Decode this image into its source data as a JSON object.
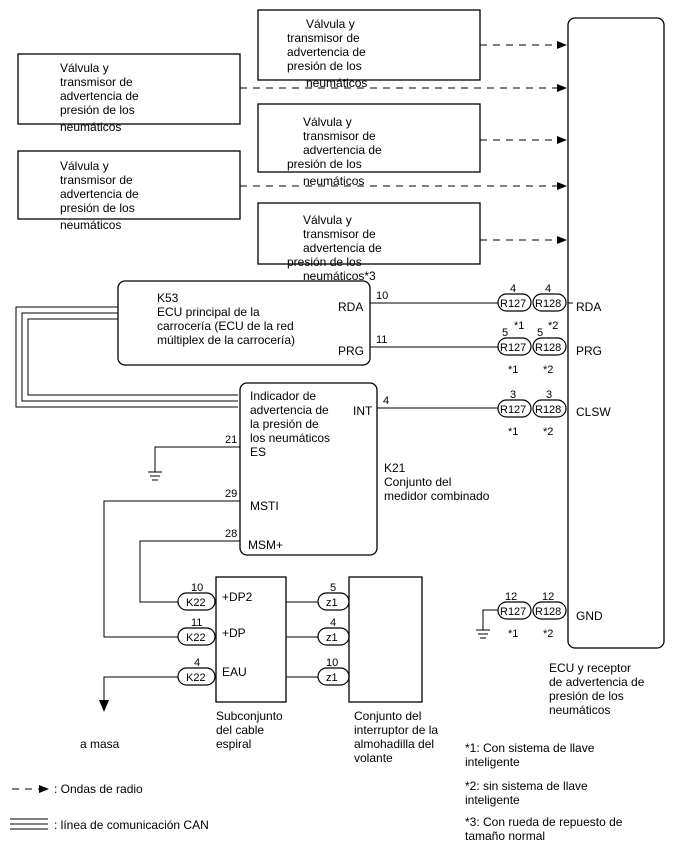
{
  "sensors": {
    "s1": [
      "Válvula y",
      "transmisor de",
      "advertencia de",
      "presión de los",
      "neumáticos"
    ],
    "s2": [
      "Válvula y",
      "transmisor de",
      "advertencia de",
      "presión de los",
      "neumáticos"
    ],
    "s3": [
      "Válvula y",
      "transmisor de",
      "advertencia de",
      "presión de los",
      "neumáticos"
    ],
    "s4": [
      "Válvula y",
      "transmisor de",
      "advertencia de",
      "presión de los",
      "neumáticos"
    ],
    "s5": [
      "Válvula y",
      "transmisor de",
      "advertencia de",
      "presión de los",
      "neumáticos*3"
    ]
  },
  "body_ecu": {
    "lines": [
      "K53",
      "ECU principal de la",
      "carrocería (ECU de la red",
      "múltiplex de la carrocería)"
    ],
    "pin_rda": "RDA",
    "pin_prg": "PRG",
    "num_rda": "10",
    "num_prg": "11"
  },
  "meter": {
    "lines": [
      "Indicador de",
      "advertencia de",
      "la presión de",
      "los neumáticos"
    ],
    "pin_int": "INT",
    "pin_es": "ES",
    "pin_msti": "MSTI",
    "pin_msm": "MSM+",
    "num_int": "4",
    "num_es": "21",
    "num_msti": "29",
    "num_msm": "28",
    "caption": [
      "K21",
      "Conjunto del",
      "medidor combinado"
    ]
  },
  "receiver": {
    "pins": [
      "RDA",
      "PRG",
      "CLSW",
      "GND"
    ],
    "caption": [
      "ECU y receptor",
      "de advertencia de",
      "presión de los",
      "neumáticos"
    ]
  },
  "connectors": {
    "r127": "R127",
    "r128": "R128",
    "rows": [
      {
        "n1": "4",
        "n2": "4",
        "f1": "*1",
        "f2": "*2"
      },
      {
        "n1": "5",
        "n2": "5",
        "f1": "*1",
        "f2": "*2"
      },
      {
        "n1": "3",
        "n2": "3",
        "f1": "*1",
        "f2": "*2"
      },
      {
        "n1": "12",
        "n2": "12",
        "f1": "*1",
        "f2": "*2"
      }
    ],
    "k22": "K22",
    "z1": "z1",
    "k22_nums": [
      "10",
      "11",
      "4"
    ],
    "z1_nums": [
      "5",
      "4",
      "10"
    ]
  },
  "spiral": {
    "pins": [
      "+DP2",
      "+DP",
      "EAU"
    ],
    "caption": [
      "Subconjunto",
      "del cable",
      "espiral"
    ]
  },
  "pad": {
    "caption": [
      "Conjunto del",
      "interruptor de la",
      "almohadilla del",
      "volante"
    ]
  },
  "ground_label": "a masa",
  "legend": {
    "radio": ": Ondas de radio",
    "can": ": línea de comunicación CAN"
  },
  "notes": [
    [
      "*1: Con sistema de llave",
      "inteligente"
    ],
    [
      "*2: sin sistema de llave",
      "inteligente"
    ],
    [
      "*3: Con rueda de repuesto de",
      "tamaño normal"
    ]
  ]
}
